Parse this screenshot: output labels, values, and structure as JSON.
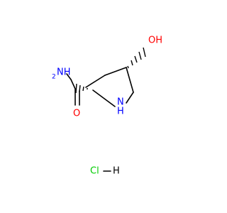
{
  "colors": {
    "bond": "#000000",
    "oxygen": "#ff0000",
    "nitrogen": "#0000ff",
    "chlorine": "#00cc00",
    "hydrogen": "#000000"
  },
  "molecule": {
    "atoms": {
      "hydroxyl": "OH",
      "amine_ring": "N",
      "amine_ring_h": "H",
      "amide_nitrogen": "NH",
      "amide_nitrogen_h2": "2",
      "amide_oxygen": "O"
    }
  },
  "salt": {
    "chlorine": "Cl",
    "bond_h": "H"
  }
}
